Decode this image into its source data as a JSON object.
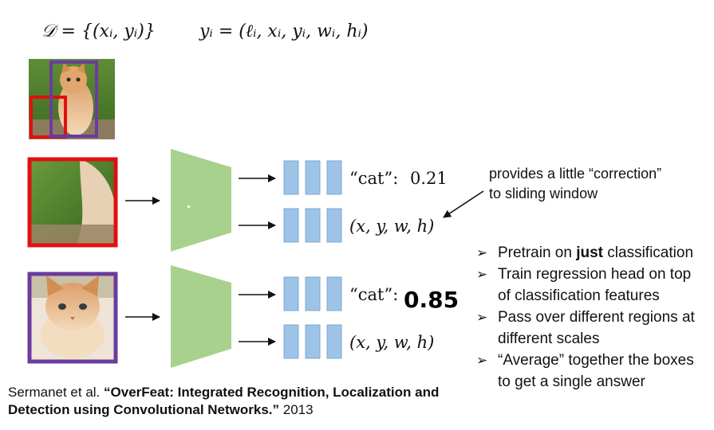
{
  "header": {
    "dataset_formula": "𝒟 = {(xᵢ, yᵢ)}",
    "label_formula": "yᵢ = (ℓᵢ, xᵢ, yᵢ, wᵢ, hᵢ)"
  },
  "rows": [
    {
      "region": "red",
      "class_label": "“cat”:",
      "class_score": "0.21",
      "box_output": "(x, y, w, h)"
    },
    {
      "region": "purple",
      "class_label": "“cat”:",
      "class_score": "0.85",
      "box_output": "(x, y, w, h)"
    }
  ],
  "annotation": {
    "line1": "provides a little “correction”",
    "line2": "to sliding window"
  },
  "bullets": [
    {
      "lines": [
        "Pretrain on just classification"
      ]
    },
    {
      "lines": [
        "Train regression head on top",
        "of classification features"
      ]
    },
    {
      "lines": [
        "Pass over different regions at",
        "different scales"
      ]
    },
    {
      "lines": [
        "“Average” together the boxes",
        "to get a single answer"
      ]
    }
  ],
  "bullet_marker": "➢",
  "citation": {
    "authors": "Sermanet et al. ",
    "title": "“OverFeat: Integrated Recognition, Localization and Detection using Convolutional Networks.”",
    "year": " 2013"
  },
  "colors": {
    "red_box": "#e01010",
    "purple_box": "#6b3b9e",
    "network": "#a9d18e",
    "head": "#9dc3e6",
    "head_border": "#7fa8cf"
  }
}
